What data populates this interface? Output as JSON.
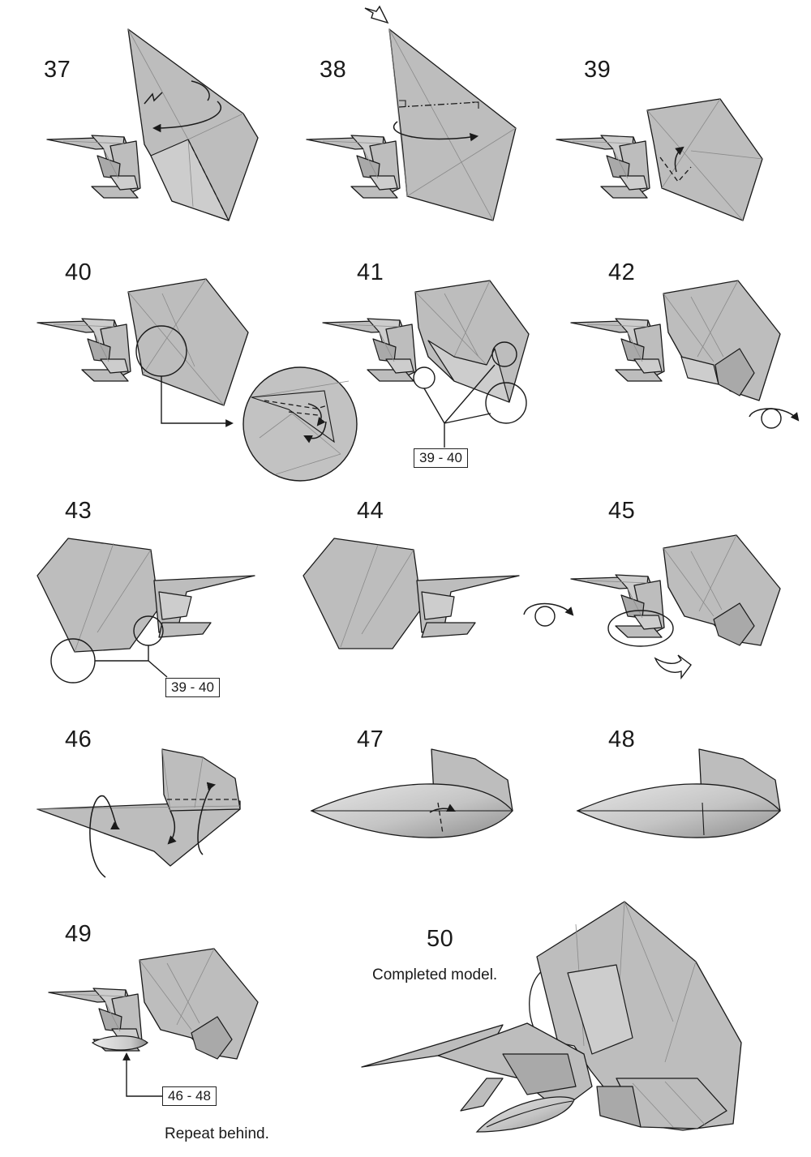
{
  "steps": {
    "s37": "37",
    "s38": "38",
    "s39": "39",
    "s40": "40",
    "s41": "41",
    "s42": "42",
    "s43": "43",
    "s44": "44",
    "s45": "45",
    "s46": "46",
    "s47": "47",
    "s48": "48",
    "s49": "49",
    "s50": "50"
  },
  "refs": {
    "r41": "39 - 40",
    "r43": "39 - 40",
    "r49": "46 - 48"
  },
  "captions": {
    "completed": "Completed model.",
    "repeat": "Repeat behind."
  },
  "colors": {
    "paper": "#bdbdbd",
    "paper_light": "#cdcdcd",
    "line": "#1a1a1a",
    "background": "#ffffff"
  }
}
